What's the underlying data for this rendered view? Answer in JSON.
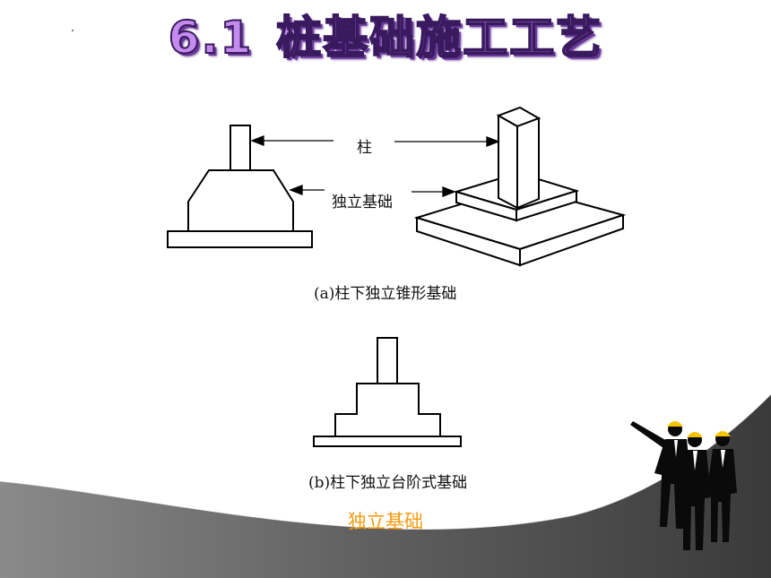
{
  "slide": {
    "title_num": "6.1",
    "title_text": "桩基础施工工艺"
  },
  "diagram": {
    "label_column": "柱",
    "label_foundation": "独立基础",
    "caption_a": "(a)柱下独立锥形基础",
    "caption_b": "(b)柱下独立台阶式基础",
    "caption_main": "独立基础"
  },
  "colors": {
    "title_fill": "#c58cf0",
    "title_outline": "#3a1a5e",
    "accent_orange": "#f39c12",
    "swoosh_gray": "#6b6b6b",
    "helmet_yellow": "#f5c400"
  },
  "icons": [
    "business-people-silhouette-icon"
  ]
}
